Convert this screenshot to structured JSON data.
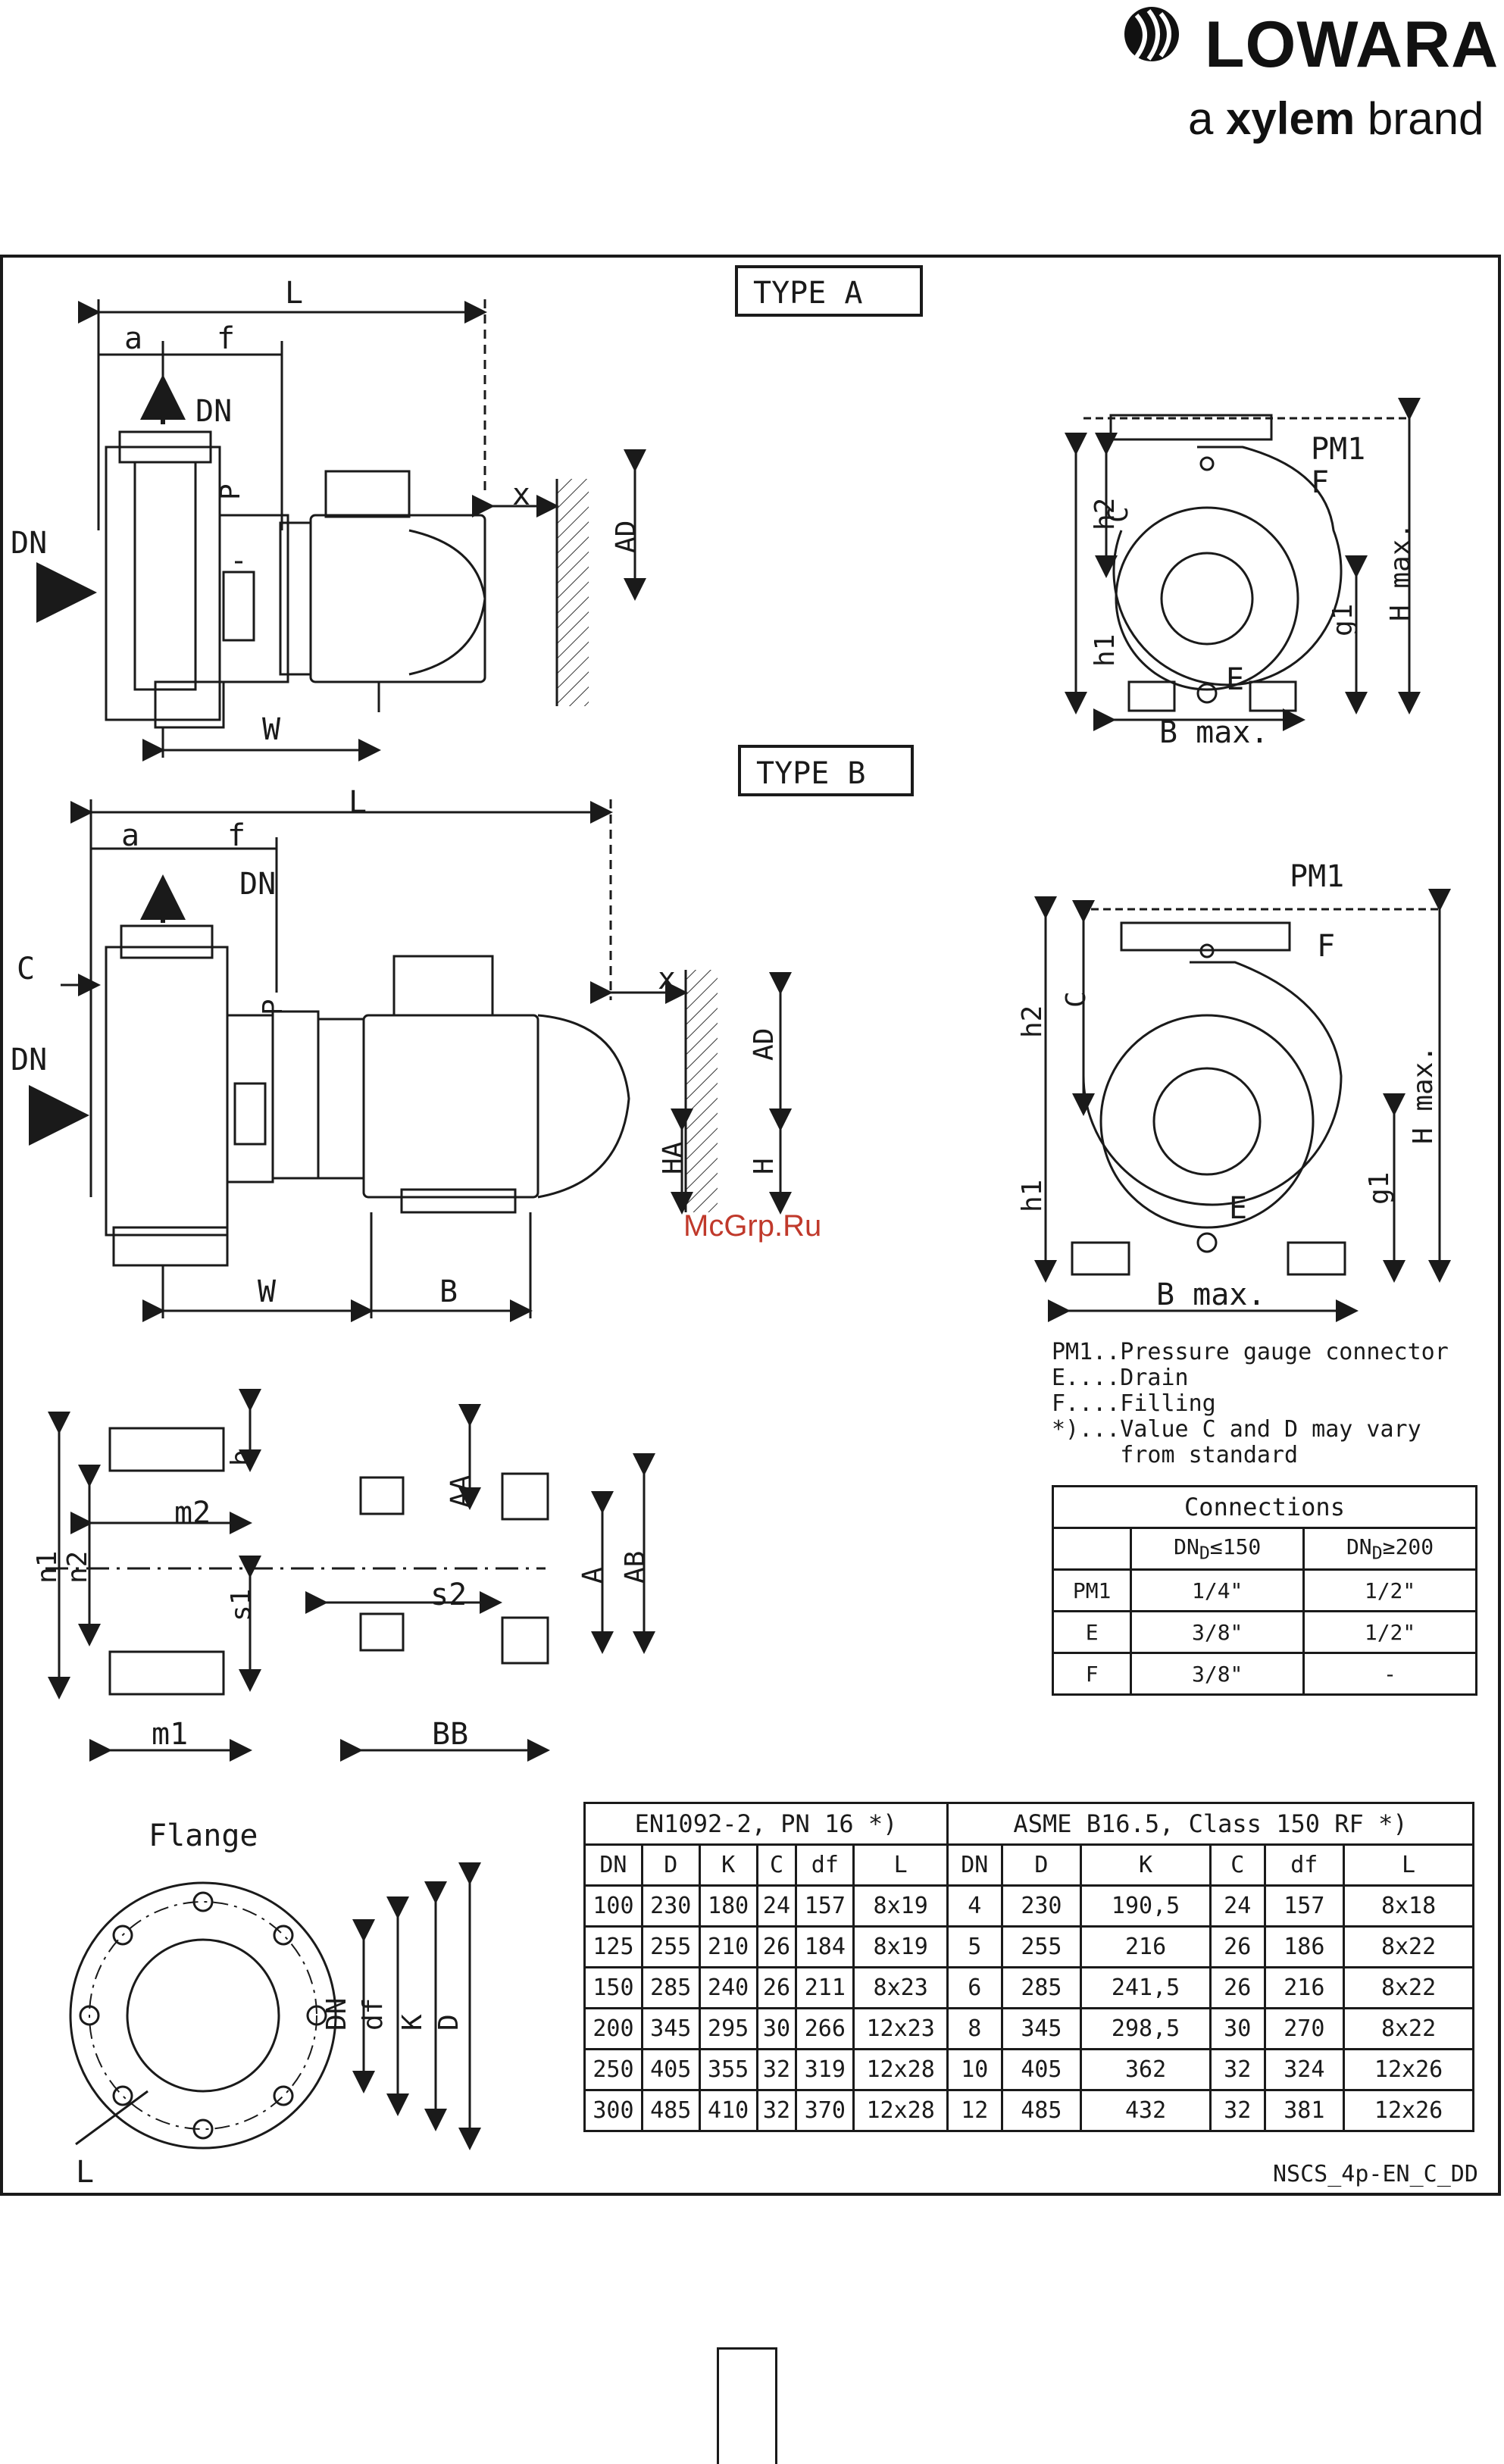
{
  "brand": {
    "name": "LOWARA",
    "tagline_prefix": "a ",
    "tagline_bold": "xylem",
    "tagline_suffix": " brand"
  },
  "types": {
    "a": "TYPE A",
    "b": "TYPE B"
  },
  "labels": {
    "L": "L",
    "a": "a",
    "f": "f",
    "DN": "DN",
    "D": "D",
    "S": "S",
    "P": "P",
    "x": "x",
    "AD": "AD",
    "W": "W",
    "B": "B",
    "C": "C",
    "HA": "HA",
    "H": "H",
    "PM1": "PM1",
    "F": "F",
    "E": "E",
    "h1": "h1",
    "h2": "h2",
    "g1": "g1",
    "H_max": "H max.",
    "B_max": "B max.",
    "m1": "m1",
    "m2": "m2",
    "n1": "n1",
    "n2": "n2",
    "b": "b",
    "s1": "s1",
    "s2": "s2",
    "AA": "AA",
    "A": "A",
    "AB": "AB",
    "BB": "BB",
    "flange": "Flange",
    "fl_DN": "DN",
    "fl_df": "df",
    "fl_K": "K",
    "fl_D": "D",
    "fl_L": "L"
  },
  "legend": [
    "PM1..Pressure gauge connector",
    "E....Drain",
    "F....Filling",
    "*)...Value C and D may vary",
    "     from standard"
  ],
  "connections": {
    "title": "Connections",
    "col1": "DN",
    "col1_sub": "D",
    "col1_op": "≤150",
    "col2": "DN",
    "col2_sub": "D",
    "col2_op": "≥200",
    "rows": [
      {
        "name": "PM1",
        "a": "1/4\"",
        "b": "1/2\""
      },
      {
        "name": "E",
        "a": "3/8\"",
        "b": "1/2\""
      },
      {
        "name": "F",
        "a": "3/8\"",
        "b": "-"
      }
    ]
  },
  "flange_table": {
    "group1": "EN1092-2, PN 16 *)",
    "group2": "ASME B16.5, Class 150 RF *)",
    "headers": [
      "DN",
      "D",
      "K",
      "C",
      "df",
      "L",
      "DN",
      "D",
      "K",
      "C",
      "df",
      "L"
    ],
    "rows": [
      [
        "100",
        "230",
        "180",
        "24",
        "157",
        "8x19",
        "4",
        "230",
        "190,5",
        "24",
        "157",
        "8x18"
      ],
      [
        "125",
        "255",
        "210",
        "26",
        "184",
        "8x19",
        "5",
        "255",
        "216",
        "26",
        "186",
        "8x22"
      ],
      [
        "150",
        "285",
        "240",
        "26",
        "211",
        "8x23",
        "6",
        "285",
        "241,5",
        "26",
        "216",
        "8x22"
      ],
      [
        "200",
        "345",
        "295",
        "30",
        "266",
        "12x23",
        "8",
        "345",
        "298,5",
        "30",
        "270",
        "8x22"
      ],
      [
        "250",
        "405",
        "355",
        "32",
        "319",
        "12x28",
        "10",
        "405",
        "362",
        "32",
        "324",
        "12x26"
      ],
      [
        "300",
        "485",
        "410",
        "32",
        "370",
        "12x28",
        "12",
        "485",
        "432",
        "32",
        "381",
        "12x26"
      ]
    ]
  },
  "drawing_code": "NSCS_4p-EN_C_DD",
  "watermark": "McGrp.Ru"
}
